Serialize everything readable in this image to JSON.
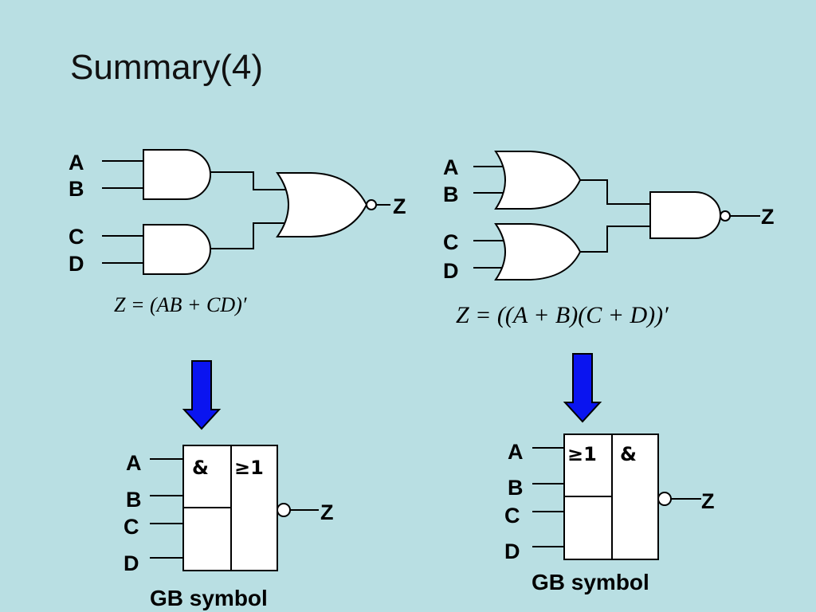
{
  "slide": {
    "title": "Summary(4)"
  },
  "left": {
    "inputs": [
      "A",
      "B",
      "C",
      "D"
    ],
    "output": "Z",
    "equation": "Z = (AB + CD)′",
    "gb": {
      "inputs": [
        "A",
        "B",
        "C",
        "D"
      ],
      "output": "Z",
      "sym1": "&",
      "sym2": "≥1",
      "caption": "GB symbol"
    }
  },
  "right": {
    "inputs": [
      "A",
      "B",
      "C",
      "D"
    ],
    "output": "Z",
    "equation": "Z = ((A + B)(C + D))′",
    "gb": {
      "inputs": [
        "A",
        "B",
        "C",
        "D"
      ],
      "output": "Z",
      "sym1": "≥1",
      "sym2": "&",
      "caption": "GB symbol"
    }
  },
  "colors": {
    "background": "#b9dfe3",
    "arrow": "#0a14f0"
  }
}
